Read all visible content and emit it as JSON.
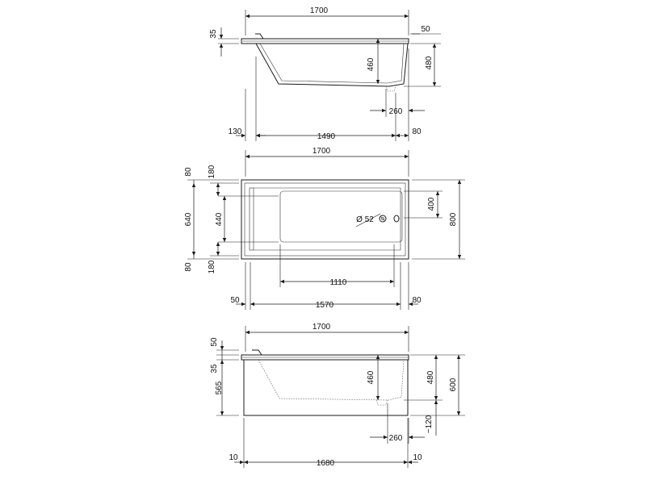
{
  "side_view": {
    "overall_length": "1700",
    "rim_height": "35",
    "right_rim": "50",
    "inner_depth": "460",
    "total_height": "480",
    "drain_offset": "260",
    "left_offset": "130",
    "bottom_length": "1490",
    "right_offset": "80"
  },
  "plan_view": {
    "overall_length": "1700",
    "top_border": "80",
    "top_border_inner": "180",
    "inner_width": "640",
    "basin_width": "440",
    "bottom_border": "80",
    "bottom_border_inner": "180",
    "right_width": "400",
    "overall_width": "800",
    "drain_diameter": "Ø 52",
    "basin_length": "1110",
    "left_margin": "50",
    "inner_length": "1570",
    "right_margin": "80"
  },
  "front_view": {
    "overall_length": "1700",
    "rim_top": "50",
    "rim_height": "35",
    "panel_height": "565",
    "inner_depth": "460",
    "total_height": "480",
    "overall_height": "600",
    "feet_height": "~120",
    "drain_offset": "260",
    "left_gap": "10",
    "panel_length": "1680",
    "right_gap": "10"
  }
}
